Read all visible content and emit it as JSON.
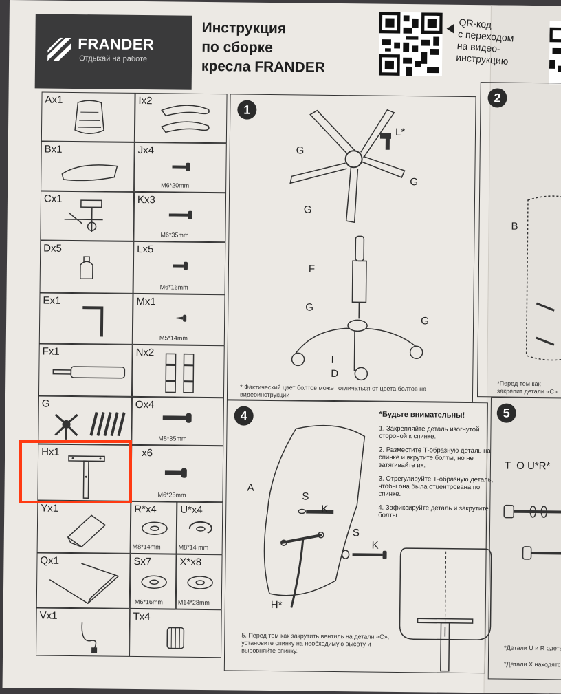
{
  "header": {
    "brand": "FRANDER",
    "tagline": "Отдыхай на работе",
    "title_line1": "Инструкция",
    "title_line2": "по сборке",
    "title_line3": "кресла FRANDER",
    "qr_caption_1": "QR-код",
    "qr_caption_2": "с переходом",
    "qr_caption_3": "на видео-",
    "qr_caption_4": "инструкцию"
  },
  "parts": [
    {
      "label": "Ax1"
    },
    {
      "label": "Ix2"
    },
    {
      "label": "Bx1"
    },
    {
      "label": "Jx4",
      "size": "M6*20mm"
    },
    {
      "label": "Cx1"
    },
    {
      "label": "Kx3",
      "size": "M6*35mm"
    },
    {
      "label": "Dx5"
    },
    {
      "label": "Lx5",
      "size": "M6*16mm"
    },
    {
      "label": "Ex1"
    },
    {
      "label": "Mx1",
      "size": "M5*14mm"
    },
    {
      "label": "Fx1"
    },
    {
      "label": "Nx2"
    },
    {
      "label": "G"
    },
    {
      "label": "Ox4",
      "size": "M8*35mm"
    },
    {
      "label": "Hx1"
    },
    {
      "label": "x6",
      "size": "M6*25mm"
    },
    {
      "label": "Yx1"
    },
    {
      "label": "R*x4",
      "size": "M8*14mm"
    },
    {
      "label": "U*x4",
      "size": "M8*14 mm"
    },
    {
      "label": "Qx1"
    },
    {
      "label": "Sx7",
      "size": "M6*16mm"
    },
    {
      "label": "X*x8",
      "size": "M14*28mm"
    },
    {
      "label": "Vx1"
    },
    {
      "label": "Tx4"
    }
  ],
  "step1": {
    "number": "1",
    "labels": {
      "g": "G",
      "l": "L*",
      "f": "F",
      "i": "I",
      "d": "D"
    },
    "note": "* Фактический цвет болтов может отличаться от цвета болтов на видеоинструкции"
  },
  "step2": {
    "number": "2",
    "label_b": "B",
    "note": "*Перед тем как закрепит детали «С»"
  },
  "step4": {
    "number": "4",
    "labels": {
      "a": "A",
      "s": "S",
      "k": "K",
      "h": "H*"
    },
    "warning_title": "*Будьте внимательны!",
    "instr1": "1. Закрепляйте деталь изогнутой стороной к спинке.",
    "instr2": "2. Разместите Т-образную деталь на спинке и вкрутите болты, но не затягивайте их.",
    "instr3": "3. Отрегулируйте Т-образную деталь, чтобы она была отцентрована по спинке.",
    "instr4": "4. Зафиксируйте деталь и закрутите болты.",
    "instr5": "5. Перед тем как закрутить вентиль на детали «С», установите спинку на необходимую высоту и выровняйте спинку."
  },
  "step5": {
    "number": "5",
    "labels": "T  O U*R*",
    "note1": "*Детали U и R одеты",
    "note2": "*Детали X находятс"
  },
  "colors": {
    "highlight": "#ff3a12",
    "header_bg": "#3a3a3b"
  }
}
